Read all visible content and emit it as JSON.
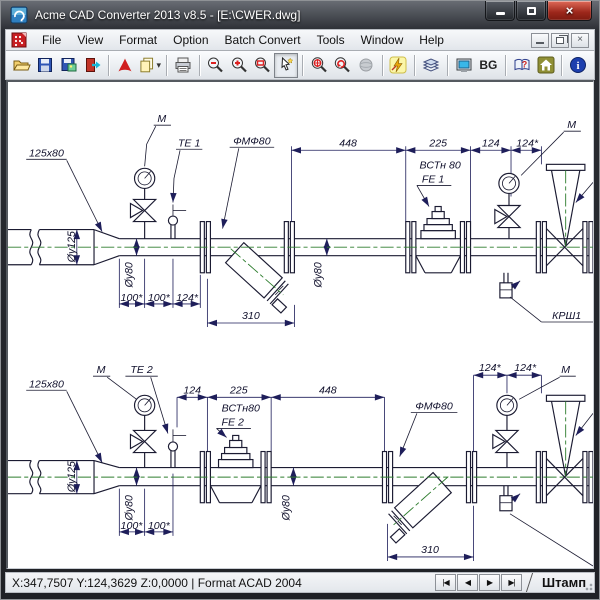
{
  "window": {
    "title": "Acme CAD Converter 2013 v8.5 - [E:\\CWER.dwg]"
  },
  "icons": {
    "close_glyph": "×",
    "mdi_min": "–",
    "mdi_close": "×",
    "dropdown": "▾",
    "help_glyph": "?",
    "info_glyph": "i"
  },
  "menu": {
    "items": [
      "File",
      "View",
      "Format",
      "Option",
      "Batch Convert",
      "Tools",
      "Window",
      "Help"
    ]
  },
  "toolbar": {
    "bg_label": "BG"
  },
  "statusbar": {
    "coords": "X:347,7507 Y:124,3629 Z:0,0000 | Format ACAD 2004",
    "nav": [
      "|◀",
      "◀",
      "▶",
      "▶|"
    ],
    "tab": "Штамп"
  },
  "colors": {
    "centerline_green": "#2e7d2e",
    "cad_line": "#1b1b32",
    "dimension": "#1e1e5a",
    "close_red": "#9c271b",
    "canvas_bg": "#ffffff"
  },
  "drawing": {
    "top": {
      "reducer_label": "125x80",
      "gauge_label": "M",
      "te_label": "TE 1",
      "dia125_label": "Øу125",
      "dia80_label": "Øу80",
      "dia80_label2": "Øу80",
      "dim_100a": "100*",
      "dim_100b": "100*",
      "dim_124s": "124*",
      "flange_label": "ФМФ80",
      "dim_310": "310",
      "dim_448": "448",
      "dim_225": "225",
      "dim_124": "124",
      "dim_124s2": "124*",
      "meter_type": "ВСТн 80",
      "meter_tag": "FE 1",
      "gauge2_label": "M",
      "drain_label": "КРШ1"
    },
    "bottom": {
      "reducer_label": "125x80",
      "gauge_label": "M",
      "te_label": "TE 2",
      "dia125_label": "Øу125",
      "dia80_label": "Øу80",
      "dia80_label2": "Øу80",
      "dim_100a": "100*",
      "dim_100b": "100*",
      "dim_124": "124",
      "dim_225": "225",
      "dim_448": "448",
      "meter_type": "ВСТн80",
      "meter_tag": "FE 2",
      "flange_label": "ФМФ80",
      "dim_310": "310",
      "dim_124s1": "124*",
      "dim_124s2": "124*",
      "gauge2_label": "M"
    }
  }
}
